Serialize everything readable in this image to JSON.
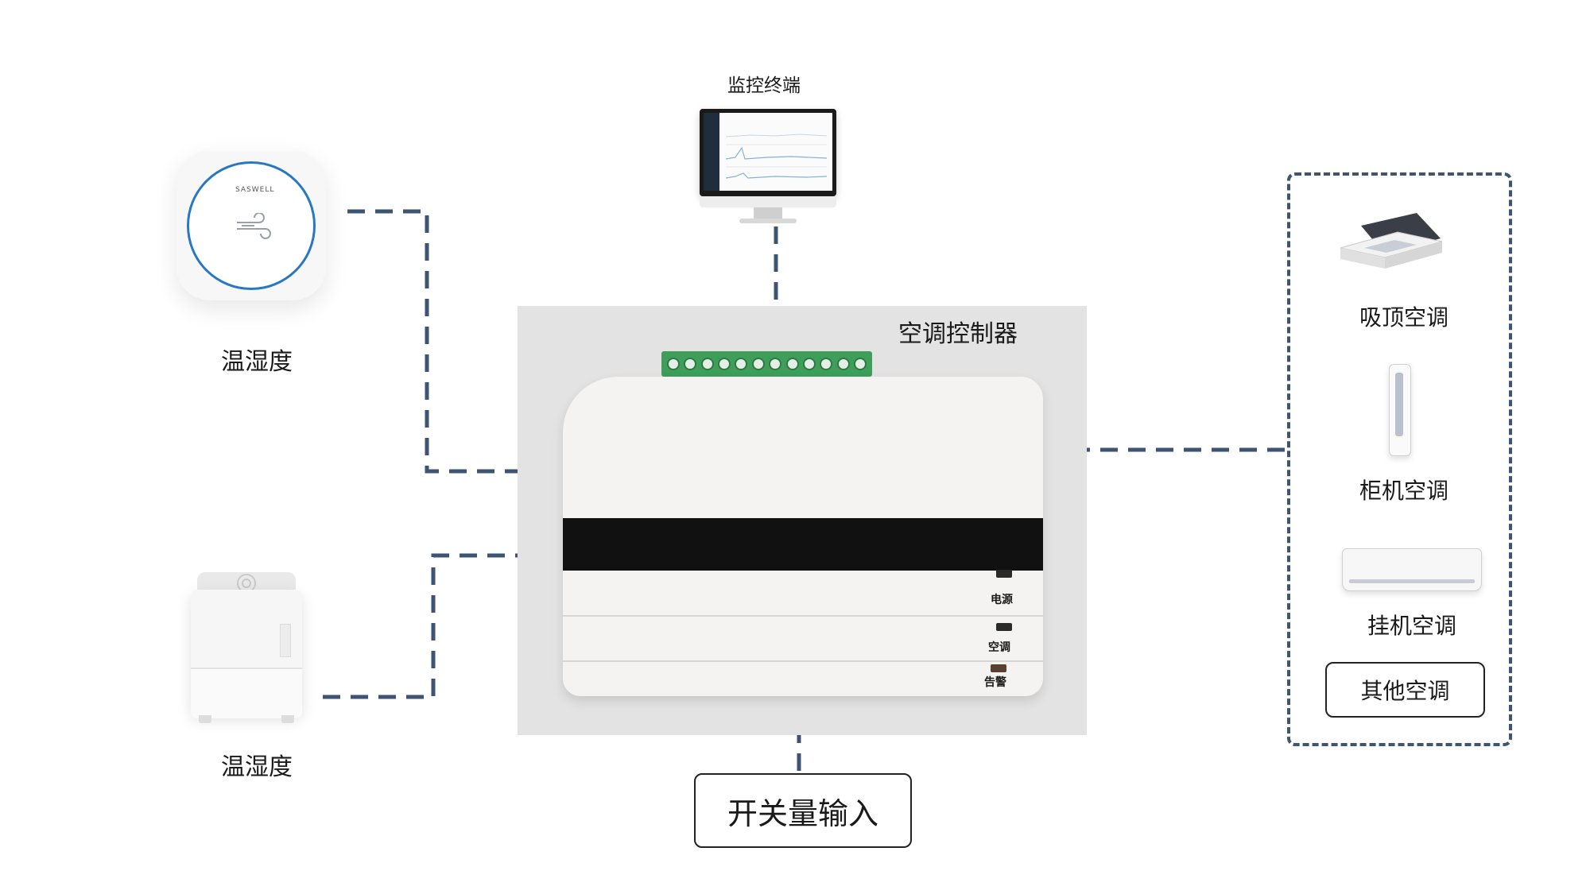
{
  "controller": {
    "title": "空调控制器",
    "indicators": [
      "电源",
      "空调",
      "告警"
    ]
  },
  "monitor": {
    "label": "监控终端"
  },
  "sensors": {
    "top_label": "温湿度",
    "bottom_label": "温湿度",
    "brand": "SASWELL"
  },
  "ac_units": {
    "items": [
      "吸顶空调",
      "柜机空调",
      "挂机空调"
    ],
    "other": "其他空调"
  },
  "switch_input": {
    "label": "开关量输入"
  },
  "colors": {
    "dashed_line": "#3d5573",
    "terminal_block": "#3e9e5a",
    "sensor_ring": "#2a78c2",
    "controller_bg": "#e3e3e3"
  }
}
